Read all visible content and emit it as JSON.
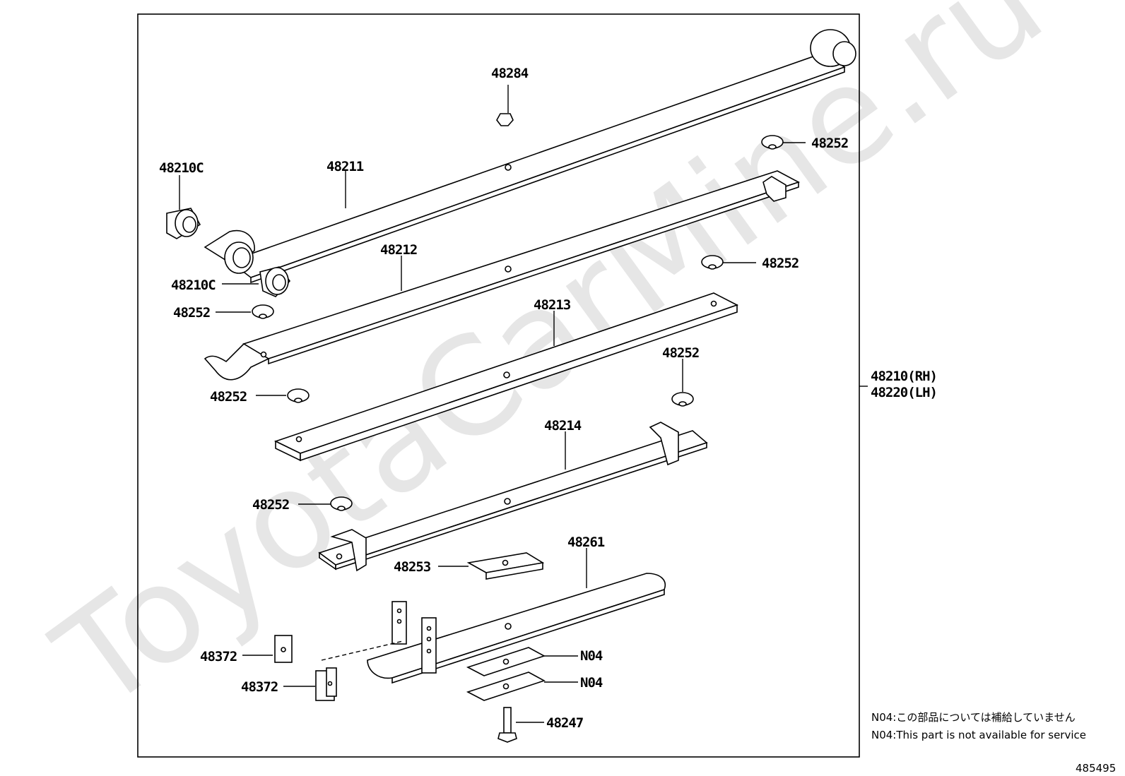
{
  "watermark": "ToyotaCarMine.ru",
  "diagram_id": "485495",
  "assembly": {
    "rh": "48210(RH)",
    "lh": "48220(LH)"
  },
  "labels": {
    "p48284": "48284",
    "p48211": "48211",
    "p48210c_top": "48210C",
    "p48210c_bottom": "48210C",
    "p48252_a": "48252",
    "p48252_b": "48252",
    "p48252_c": "48252",
    "p48252_d": "48252",
    "p48252_e": "48252",
    "p48252_f": "48252",
    "p48212": "48212",
    "p48213": "48213",
    "p48214": "48214",
    "p48253": "48253",
    "p48261": "48261",
    "p48372_a": "48372",
    "p48372_b": "48372",
    "n04_a": "N04",
    "n04_b": "N04",
    "p48247": "48247"
  },
  "notes": {
    "jp": "N04:この部品については補給していません",
    "en": "N04:This part is not available for service"
  }
}
